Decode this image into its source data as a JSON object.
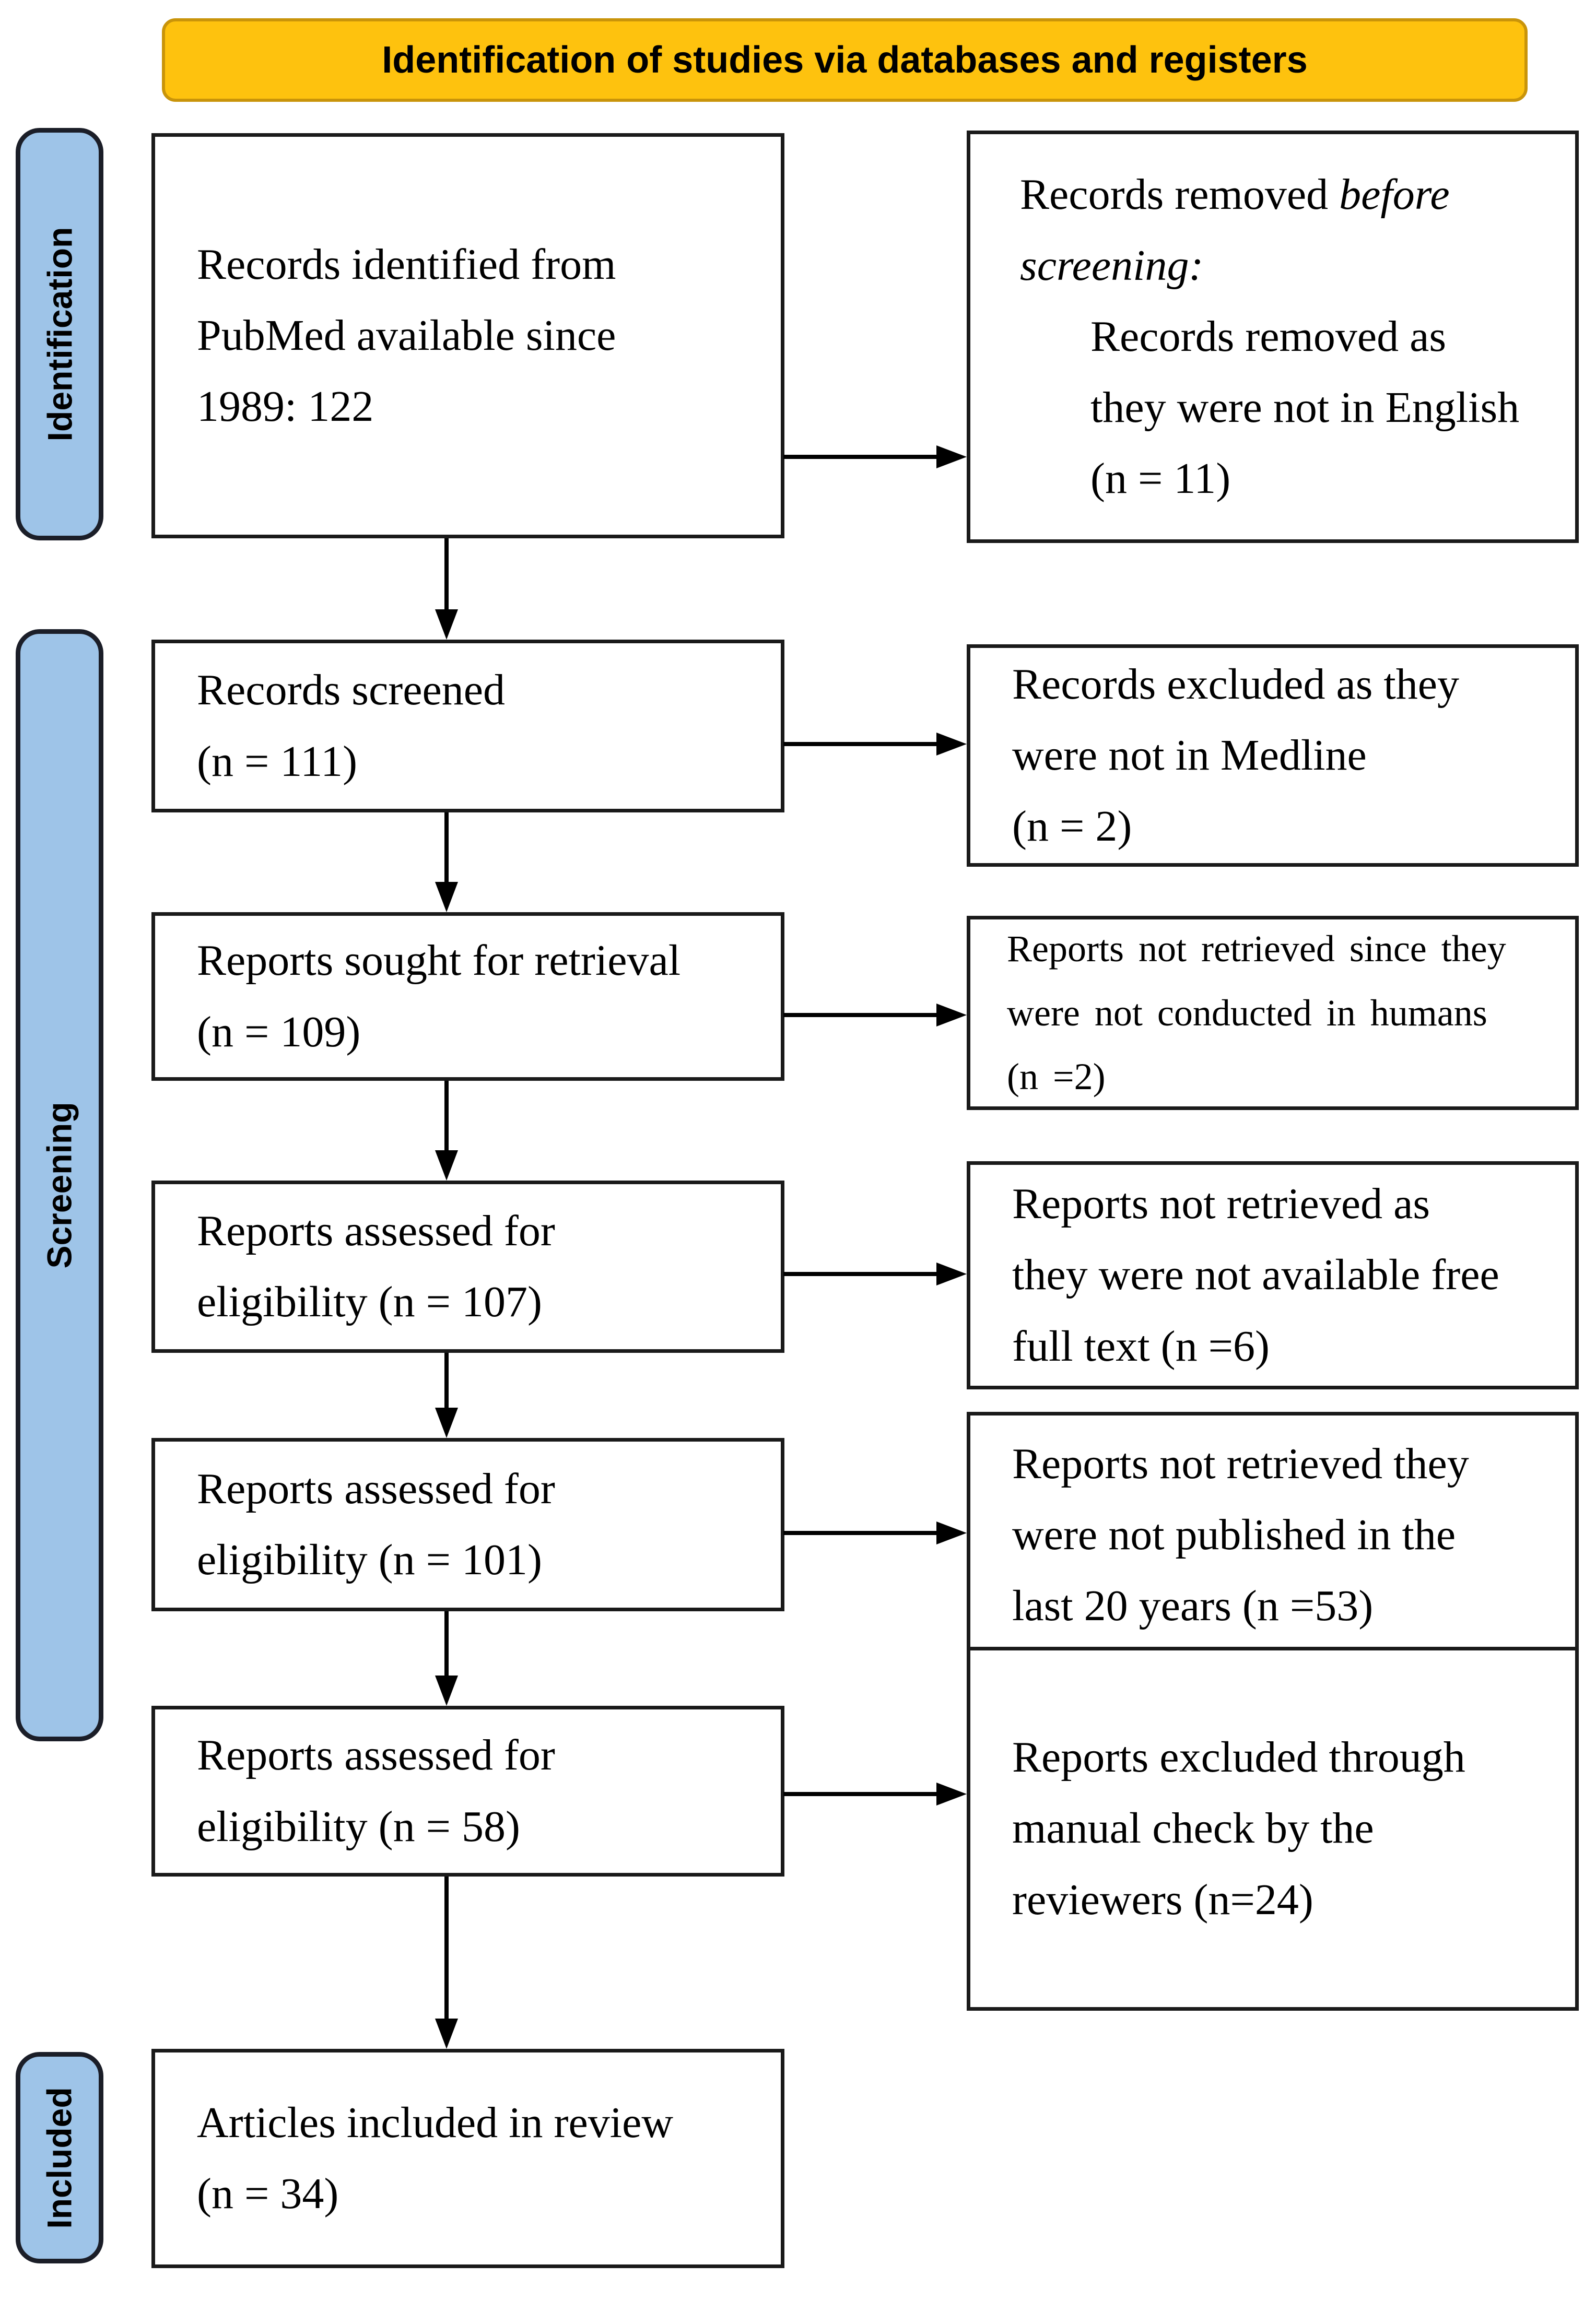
{
  "header": {
    "title": "Identification of studies via databases and registers"
  },
  "sidebar": {
    "identification": "Identification",
    "screening": "Screening",
    "included": "Included"
  },
  "flow": {
    "records_identified": "Records identified from\nPubMed available since\n1989: 122",
    "records_screened": "Records screened\n(n = 111)",
    "reports_sought": "Reports sought for retrieval\n(n = 109)",
    "assessed_107": "Reports assessed for\neligibility (n = 107)",
    "assessed_101": "Reports assessed for\neligibility (n = 101)",
    "assessed_58": "Reports assessed for\neligibility (n = 58)",
    "included_34": "Articles included in review\n(n = 34)"
  },
  "exclusions": {
    "before_screening": {
      "lead_normal": "Records removed ",
      "lead_italic": "before",
      "lead_italic_line2": "screening:",
      "detail": "Records removed as\nthey were not in English\n(n = 11)"
    },
    "not_in_medline": "Records excluded as they\nwere not in Medline\n(n = 2)",
    "not_in_humans": "Reports not retrieved since they\nwere not conducted in humans\n(n =2)",
    "no_free_full_text": "Reports not retrieved as\nthey were not available free\nfull text (n =6)",
    "not_last_20_years": "Reports not retrieved they\nwere not published in the\nlast 20 years (n =53)",
    "manual_check": "Reports excluded through\nmanual check by the\nreviewers (n=24)"
  },
  "colors": {
    "header-fill": "#FEC20E",
    "header-border": "#C9940A",
    "sidebar-fill": "#9EC4E8",
    "sidebar-border": "#1B1E28",
    "box-border": "#1A1A1A",
    "text": "#000000"
  }
}
